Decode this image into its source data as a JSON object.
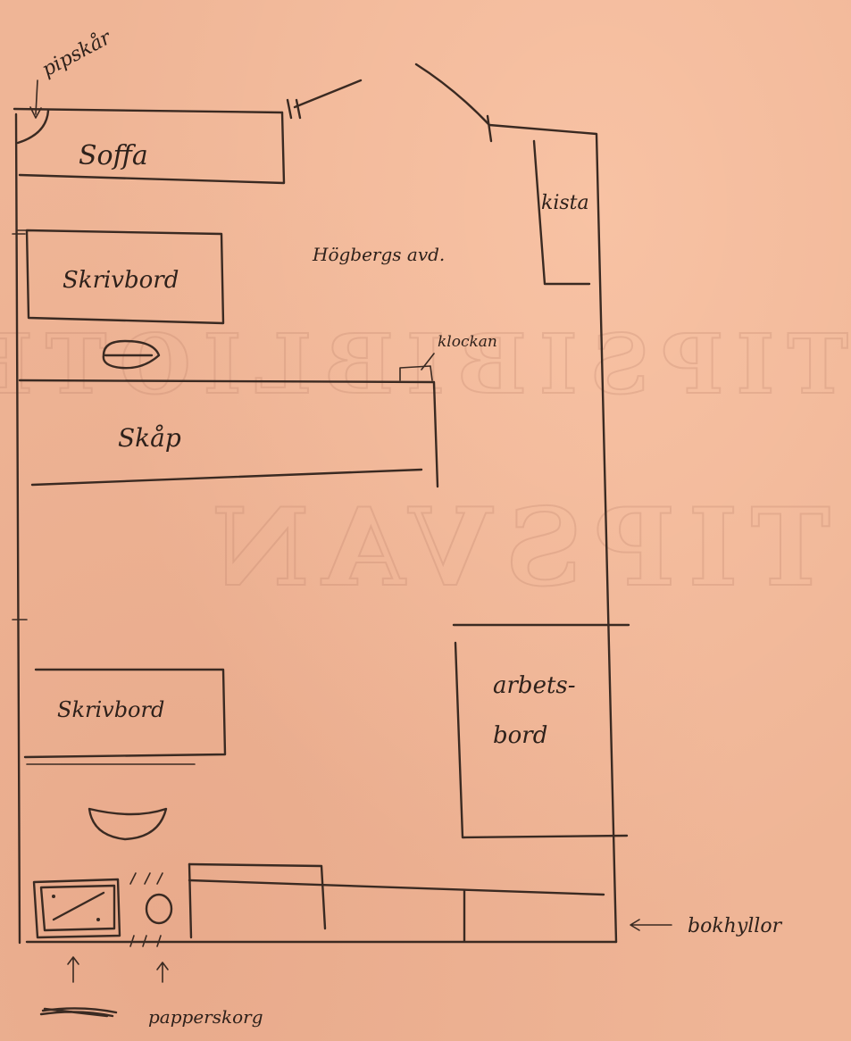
{
  "sketch": {
    "room_title": "Högbergs avd.",
    "labels": {
      "pipe_rack": "pipskår",
      "sofa": "Soffa",
      "desk_upper": "Skrivbord",
      "cabinet": "Skåp",
      "desk_lower": "Skrivbord",
      "chest": "kista",
      "work_desk_line1": "arbets-",
      "work_desk_line2": "bord",
      "clock": "klockan",
      "bookshelves": "bokhyllor",
      "paper_basket": "papperskorg",
      "crossed_out": ""
    },
    "background_watermark": {
      "line1": "TIPSIBIBLIOTEK",
      "line2": "TIPSVAN"
    }
  }
}
